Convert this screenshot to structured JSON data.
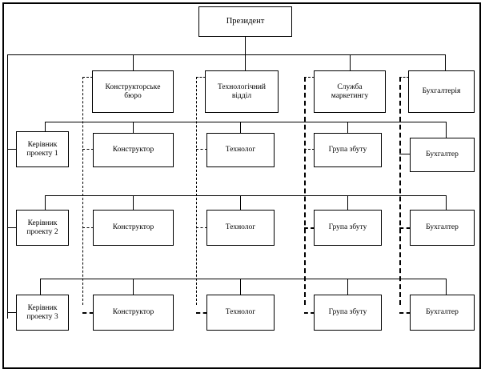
{
  "diagram": {
    "type": "matrix-organizational-chart",
    "title_text": "",
    "language": "uk",
    "colors": {
      "line": "#000000",
      "box_fill": "#ffffff",
      "background": "#ffffff"
    },
    "top": {
      "president": "Президент"
    },
    "functional_departments": [
      {
        "id": "design-bureau",
        "label": "Конструкторськe\nбюро"
      },
      {
        "id": "technology-department",
        "label": "Технологічний\nвідділ"
      },
      {
        "id": "marketing-service",
        "label": "Служба\nмаркетингу"
      },
      {
        "id": "accounting-department",
        "label": "Бухгалтерія"
      }
    ],
    "project_rows": [
      {
        "id": "project-1",
        "manager": "Керівник\nпроекту 1",
        "members": [
          {
            "id": "designer-1",
            "label": "Конструктор"
          },
          {
            "id": "technologist-1",
            "label": "Технолог"
          },
          {
            "id": "sales-group-1",
            "label": "Група збуту"
          },
          {
            "id": "accountant-1",
            "label": "Бухгалтер"
          }
        ]
      },
      {
        "id": "project-2",
        "manager": "Керівник\nпроекту 2",
        "members": [
          {
            "id": "designer-2",
            "label": "Конструктор"
          },
          {
            "id": "technologist-2",
            "label": "Технолог"
          },
          {
            "id": "sales-group-2",
            "label": "Група збуту"
          },
          {
            "id": "accountant-2",
            "label": "Бухгалтер"
          }
        ]
      },
      {
        "id": "project-3",
        "manager": "Керівник\nпроекту 3",
        "members": [
          {
            "id": "designer-3",
            "label": "Конструктор"
          },
          {
            "id": "technologist-3",
            "label": "Технолог"
          },
          {
            "id": "sales-group-3",
            "label": "Група збуту"
          },
          {
            "id": "accountant-3",
            "label": "Бухгалтер"
          }
        ]
      }
    ]
  }
}
